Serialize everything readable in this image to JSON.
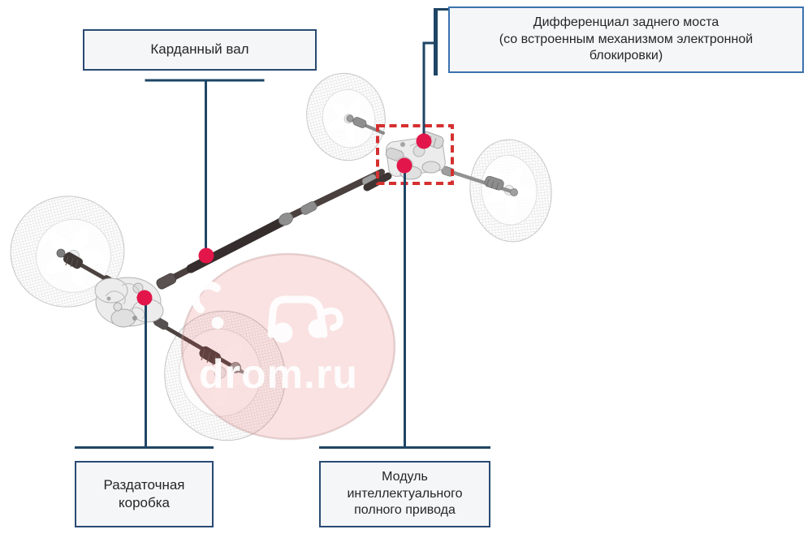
{
  "callouts": {
    "driveshaft": {
      "lines": [
        "Карданный вал"
      ]
    },
    "rear_differential": {
      "lines": [
        "Дифференциал заднего моста",
        "(со встроенным механизмом электронной",
        "блокировки)"
      ]
    },
    "transfer_case": {
      "lines": [
        "Раздаточная",
        "коробка"
      ]
    },
    "awd_module": {
      "lines": [
        "Модуль",
        "интеллектуального",
        "полного привода"
      ]
    }
  },
  "watermark": {
    "text": "drom.ru"
  },
  "colors": {
    "callout_border": "#294a73",
    "callout_border_light": "#3a72ae",
    "callout_fill": "#f5f6f8",
    "connector": "#1f4565",
    "marker_dot": "#e2164a",
    "highlight": "#d53030",
    "watermark_pink": "#e25555"
  }
}
